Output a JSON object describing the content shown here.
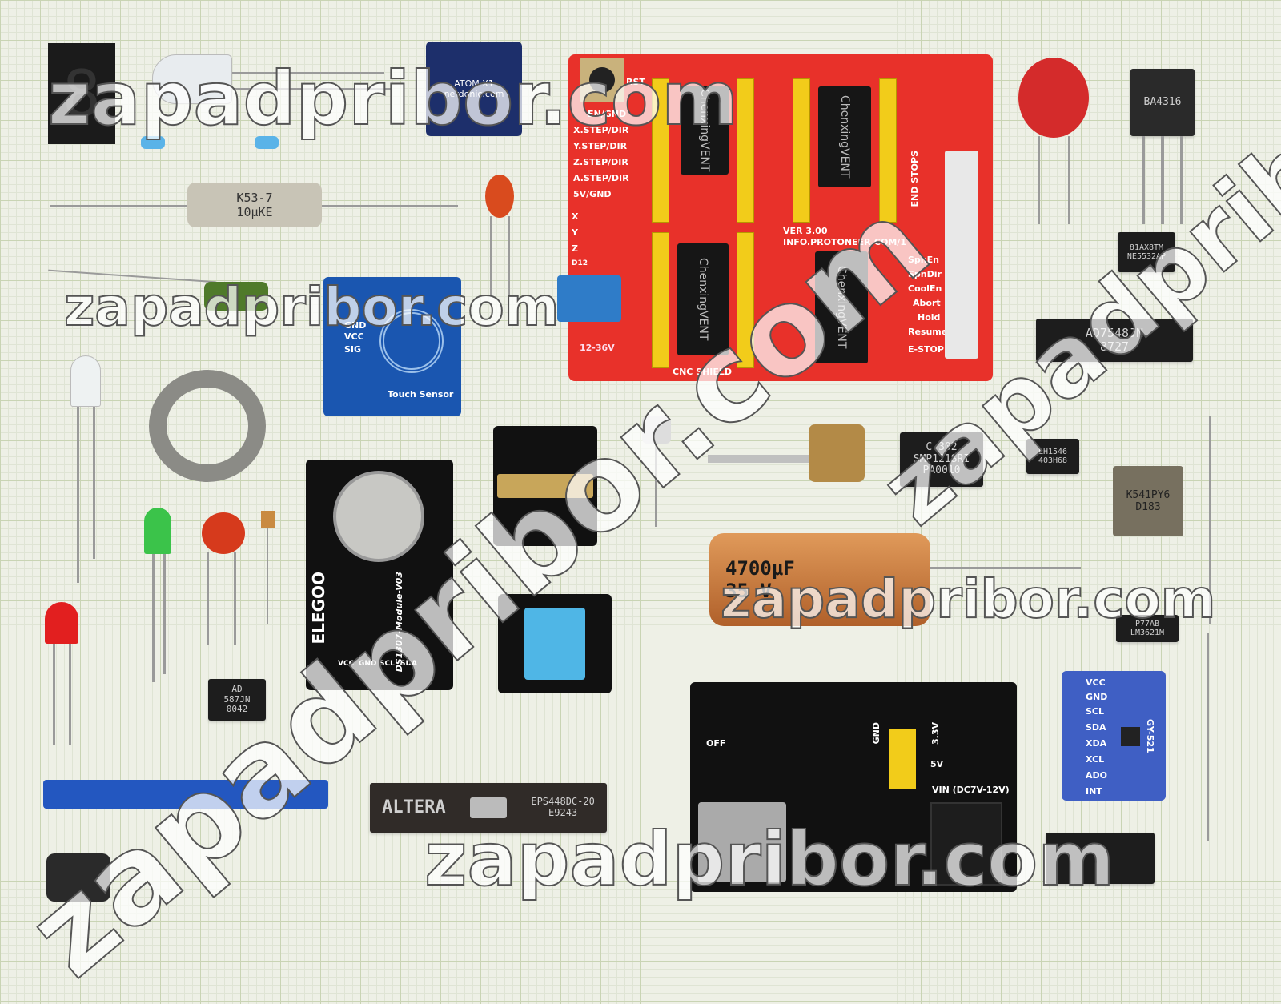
{
  "watermark": "zapadpribor.com",
  "components": {
    "capacitor_k53": {
      "line1": "K53-7",
      "line2": "10μKE"
    },
    "cnc_shield": {
      "rst": "RST",
      "labels": [
        "EN/GND",
        "X.STEP/DIR",
        "Y.STEP/DIR",
        "Z.STEP/DIR",
        "A.STEP/DIR",
        "5V/GND"
      ],
      "axes": [
        "X",
        "Y",
        "Z",
        "D12"
      ],
      "version": "VER 3.00",
      "url": "INFO.PROTONEER.COM/1",
      "voltage": "12-36V",
      "name": "CNC SHIELD",
      "endstops": "END STOPS",
      "right_labels": [
        "SpnEn",
        "SpnDir",
        "CoolEn",
        "Abort",
        "Hold",
        "Resume",
        "E-STOP"
      ],
      "driver_brand": "Chenxing",
      "driver_vent": "VENT"
    },
    "atom_board": {
      "line1": "ATOM X1",
      "line2": "nerdonic.com"
    },
    "touch_sensor": {
      "label": "Touch Sensor",
      "pins": [
        "VCC",
        "GND",
        "SIG"
      ]
    },
    "ds1307": {
      "brand": "ELEGOO",
      "name": "DS1307-Module-V03",
      "pins": [
        "VCC",
        "GND",
        "SCL",
        "SDA"
      ]
    },
    "ad7548": {
      "line1": "AD7548JN",
      "line2": "8727"
    },
    "ne5532": {
      "line1": "81AX8TM",
      "line2": "NE5532AP"
    },
    "to220": {
      "line1": "BA4316"
    },
    "smp121": {
      "line1": "C 302",
      "line2": "SMP121SRI",
      "line3": "PA0010"
    },
    "lh1546": {
      "line1": "LH1546",
      "line2": "403H68"
    },
    "k541": {
      "line1": "K541PY6",
      "line2": "D183"
    },
    "lm3621": {
      "line1": "P77AB",
      "line2": "LM3621M"
    },
    "elcap": {
      "value": "4700μF",
      "voltage": "35 V"
    },
    "ad587": {
      "line1": "AD",
      "line2": "587JN",
      "line3": "0042"
    },
    "altera": {
      "brand": "ALTERA",
      "part": "EPS448DC-20",
      "code": "E9243"
    },
    "power_module": {
      "vin": "VIN (DC7V-12V)",
      "v33": "3.3V",
      "v5": "5V",
      "off": "OFF",
      "gnd": "GND"
    },
    "mpu": {
      "pins": [
        "VCC",
        "GND",
        "SCL",
        "SDA",
        "XDA",
        "XCL",
        "ADO",
        "INT"
      ],
      "name": "GY-521"
    }
  },
  "colors": {
    "grid": "#c9d4b4",
    "paper": "#eef0e6",
    "pcb_red": "#e8312a",
    "pcb_blue": "#1a56b0"
  }
}
